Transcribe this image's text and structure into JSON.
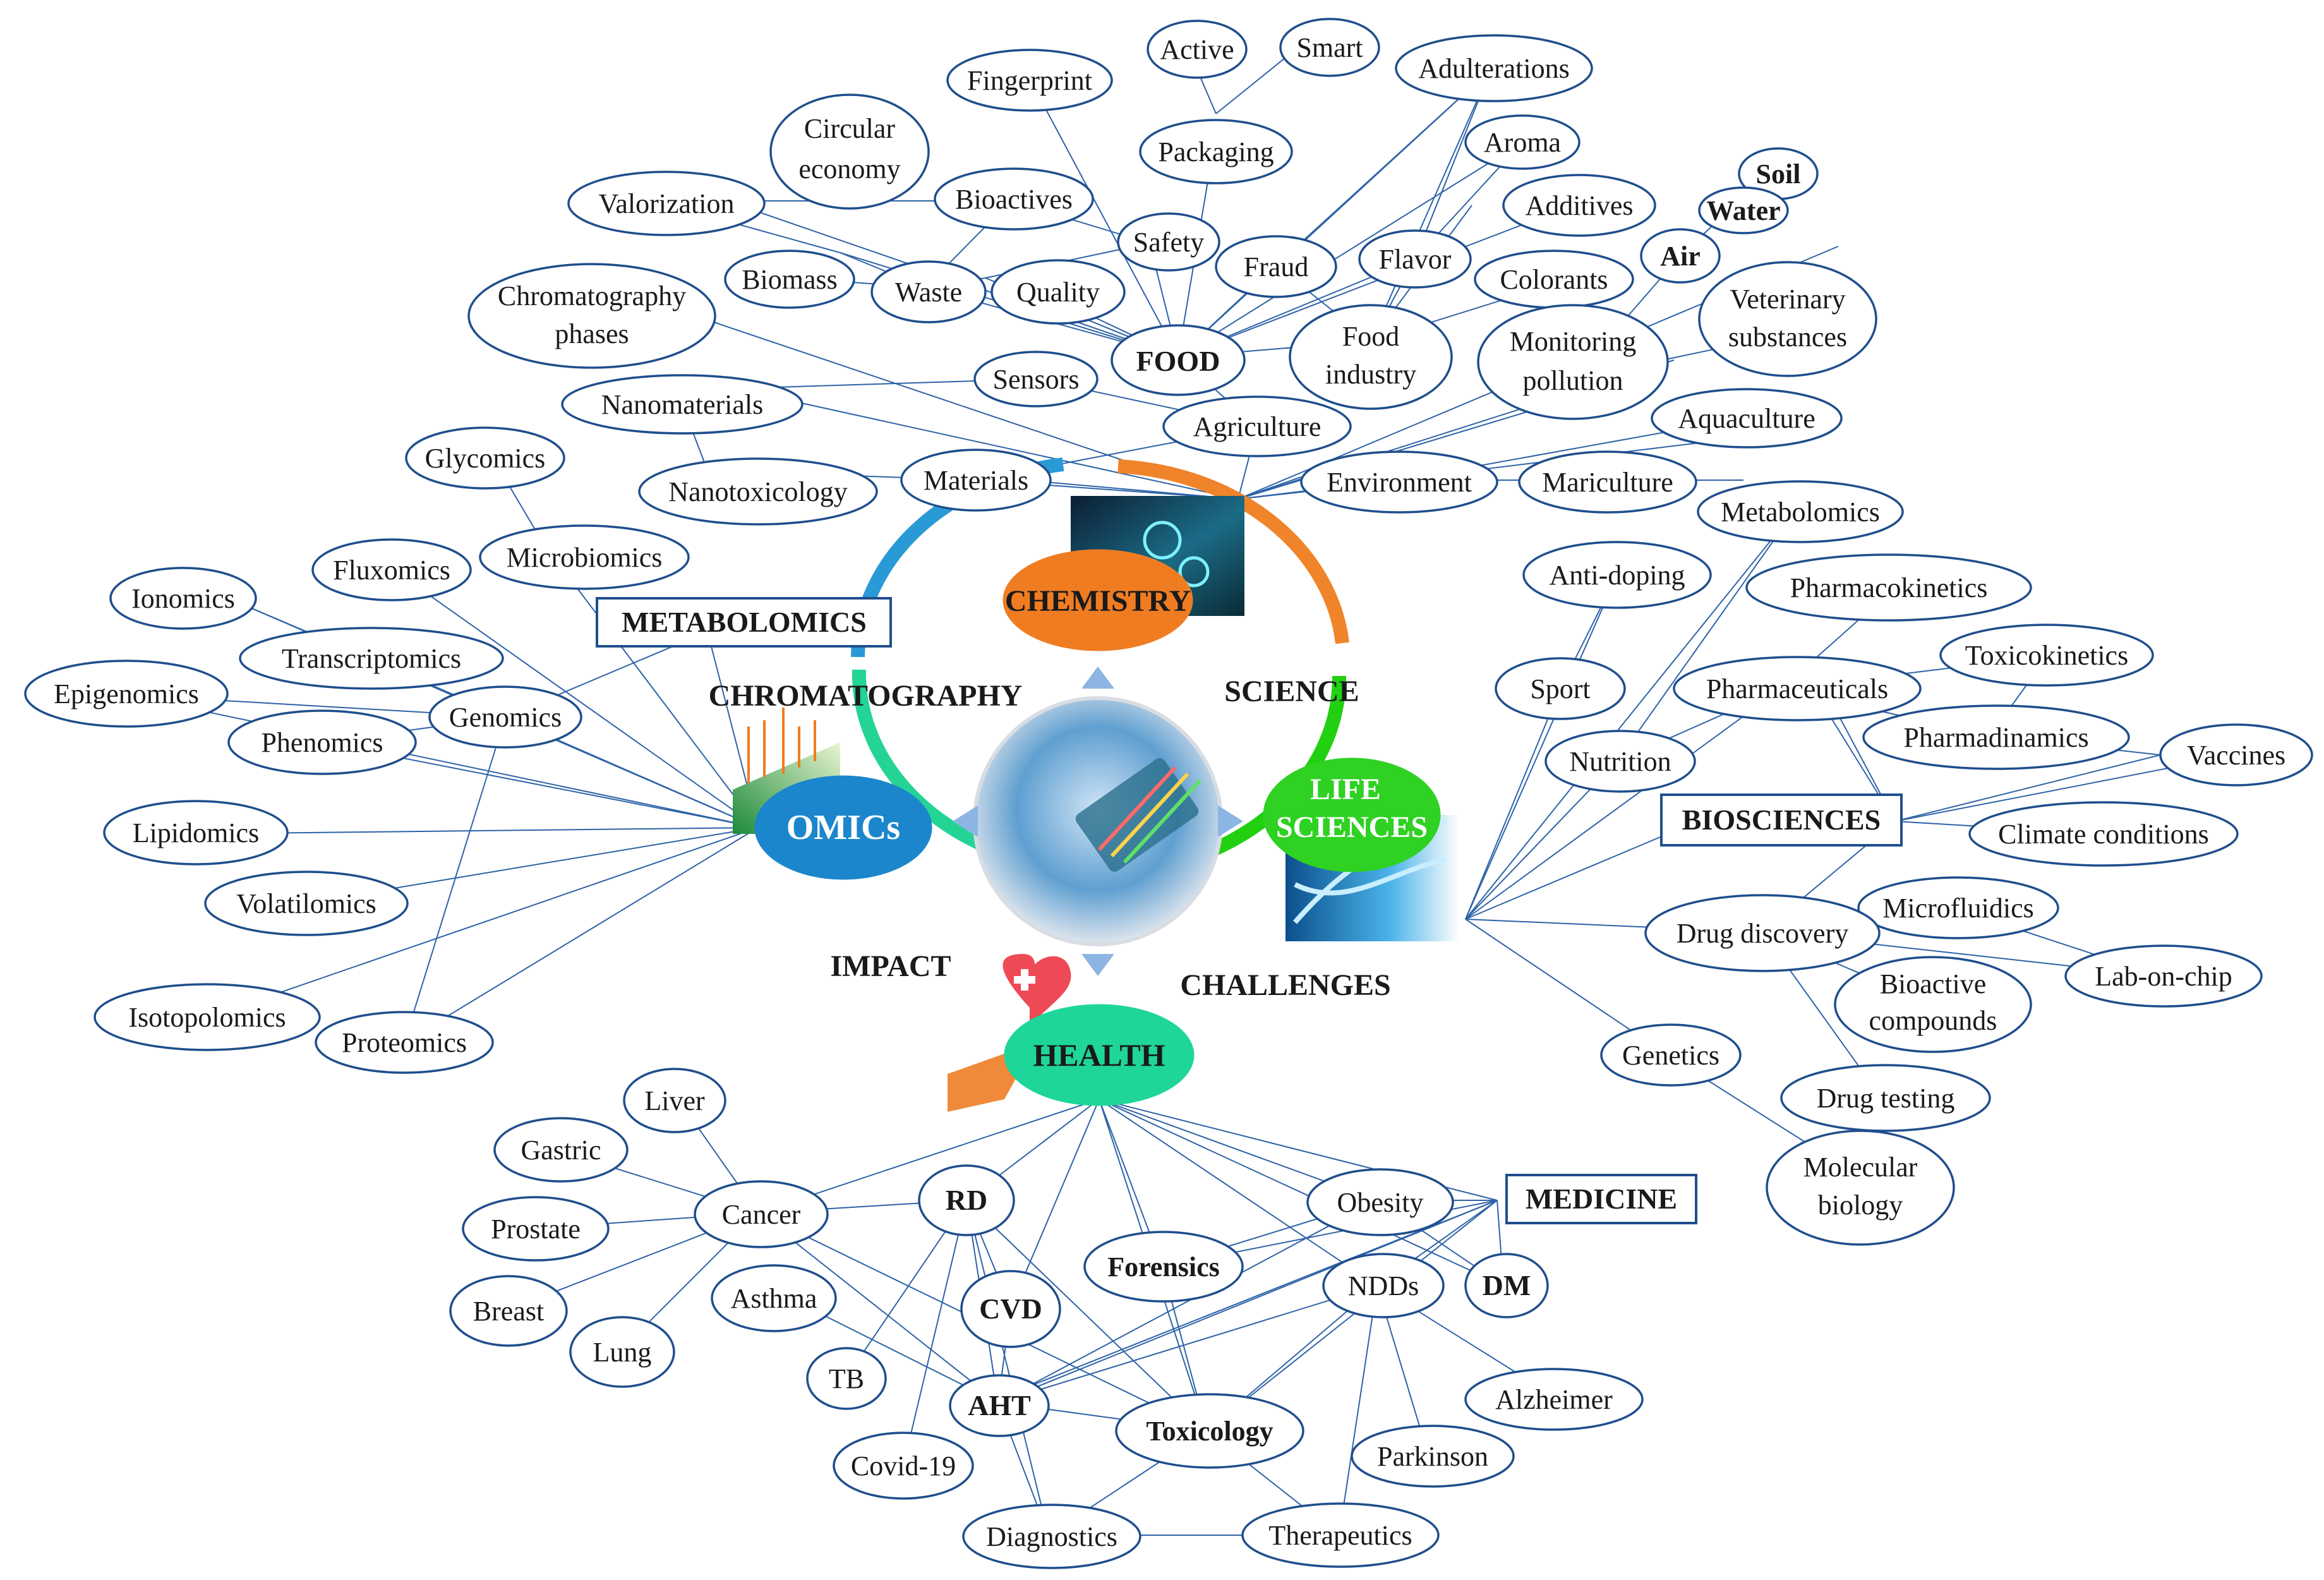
{
  "colors": {
    "edge": "#2e63a8",
    "node_border": "#1f4e8c",
    "chemistry": "#f07c22",
    "omics": "#1b86cc",
    "life_sciences": "#2fd123",
    "health": "#1fd69a",
    "ring_blue": "#2a9ad6",
    "ring_orange": "#f0842a",
    "ring_green": "#22d011",
    "ring_teal": "#23d495"
  },
  "hubs": {
    "chemistry": "CHEMISTRY",
    "omics": "OMICs",
    "life_sciences_1": "LIFE",
    "life_sciences_2": "SCIENCES",
    "health": "HEALTH"
  },
  "ring_labels": {
    "chromatography": "CHROMATOGRAPHY",
    "science": "SCIENCE",
    "impact": "IMPACT",
    "challenges": "CHALLENGES"
  },
  "boxes": {
    "metabolomics": "METABOLOMICS",
    "biosciences": "BIOSCIENCES",
    "medicine": "MEDICINE"
  },
  "nodes": {
    "active": "Active",
    "smart": "Smart",
    "adulterations": "Adulterations",
    "fingerprint": "Fingerprint",
    "packaging": "Packaging",
    "aroma": "Aroma",
    "circular_1": "Circular",
    "circular_2": "economy",
    "soil": "Soil",
    "water": "Water",
    "valorization": "Valorization",
    "bioactives": "Bioactives",
    "safety": "Safety",
    "additives": "Additives",
    "air": "Air",
    "fraud": "Fraud",
    "flavor": "Flavor",
    "colorants": "Colorants",
    "veterinary_1": "Veterinary",
    "veterinary_2": "substances",
    "chromphases_1": "Chromatography",
    "chromphases_2": "phases",
    "biomass": "Biomass",
    "waste": "Waste",
    "quality": "Quality",
    "food": "FOOD",
    "foodindustry_1": "Food",
    "foodindustry_2": "industry",
    "monitoring_1": "Monitoring",
    "monitoring_2": "pollution",
    "sensors": "Sensors",
    "nanomaterials": "Nanomaterials",
    "agriculture": "Agriculture",
    "aquaculture": "Aquaculture",
    "glycomics": "Glycomics",
    "materials": "Materials",
    "environment": "Environment",
    "mariculture": "Mariculture",
    "nanotoxicology": "Nanotoxicology",
    "metabolomics_node": "Metabolomics",
    "fluxomics": "Fluxomics",
    "microbiomics": "Microbiomics",
    "antidoping": "Anti-doping",
    "ionomics": "Ionomics",
    "pharmacokinetics": "Pharmacokinetics",
    "transcriptomics": "Transcriptomics",
    "toxicokinetics": "Toxicokinetics",
    "epigenomics": "Epigenomics",
    "genomics": "Genomics",
    "sport": "Sport",
    "pharmaceuticals": "Pharmaceuticals",
    "phenomics": "Phenomics",
    "pharmadinamics": "Pharmadinamics",
    "nutrition": "Nutrition",
    "vaccines": "Vaccines",
    "lipidomics": "Lipidomics",
    "climate": "Climate conditions",
    "volatilomics": "Volatilomics",
    "microfluidics": "Microfluidics",
    "drugdiscovery": "Drug discovery",
    "labonchip": "Lab-on-chip",
    "bioactivecomp_1": "Bioactive",
    "bioactivecomp_2": "compounds",
    "isotopolomics": "Isotopolomics",
    "proteomics": "Proteomics",
    "genetics": "Genetics",
    "drugtesting": "Drug testing",
    "molbio_1": "Molecular",
    "molbio_2": "biology",
    "liver": "Liver",
    "gastric": "Gastric",
    "prostate": "Prostate",
    "cancer": "Cancer",
    "rd": "RD",
    "obesity": "Obesity",
    "forensics": "Forensics",
    "breast": "Breast",
    "asthma": "Asthma",
    "cvd": "CVD",
    "ndds": "NDDs",
    "dm": "DM",
    "lung": "Lung",
    "tb": "TB",
    "aht": "AHT",
    "toxicology": "Toxicology",
    "alzheimer": "Alzheimer",
    "parkinson": "Parkinson",
    "covid": "Covid-19",
    "diagnostics": "Diagnostics",
    "therapeutics": "Therapeutics"
  }
}
